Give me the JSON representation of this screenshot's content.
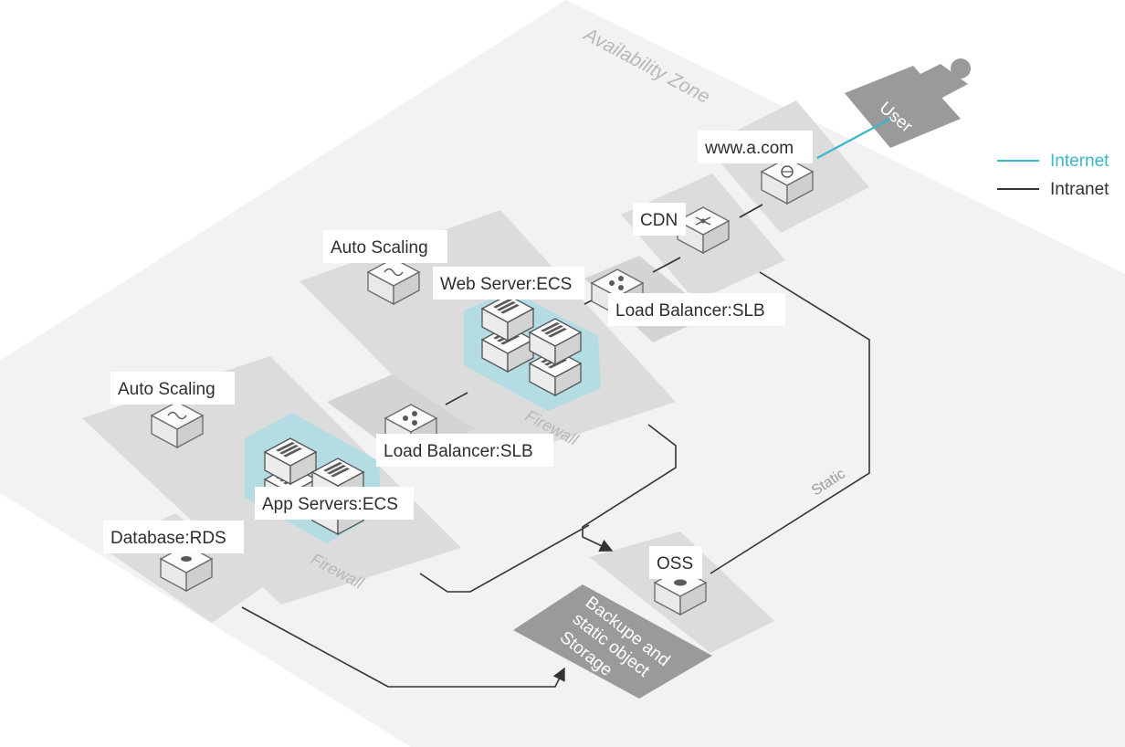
{
  "zone": {
    "title": "Availability Zone"
  },
  "user": {
    "label": "User"
  },
  "legend": {
    "internet": {
      "label": "Internet",
      "color": "#3ab7c8"
    },
    "intranet": {
      "label": "Intranet",
      "color": "#333333"
    }
  },
  "nodes": {
    "domain": {
      "label": "www.a.com",
      "icon": "globe-icon"
    },
    "cdn": {
      "label": "CDN",
      "icon": "network-icon"
    },
    "web_autoscaling": {
      "label": "Auto Scaling",
      "icon": "autoscaling-icon"
    },
    "web_server": {
      "label": "Web Server:ECS",
      "icon": "server-icon"
    },
    "web_slb": {
      "label": "Load Balancer:SLB",
      "icon": "balancer-icon"
    },
    "web_firewall": {
      "label": "Firewall"
    },
    "app_autoscaling": {
      "label": "Auto Scaling",
      "icon": "autoscaling-icon"
    },
    "app_slb": {
      "label": "Load Balancer:SLB",
      "icon": "balancer-icon"
    },
    "app_servers": {
      "label": "App Servers:ECS",
      "icon": "server-icon"
    },
    "app_firewall": {
      "label": "Firewall"
    },
    "database": {
      "label": "Database:RDS",
      "icon": "database-icon"
    },
    "oss": {
      "label": "OSS",
      "icon": "cloud-storage-icon"
    },
    "storage": {
      "line1": "Backupe and",
      "line2": "static object",
      "line3": "Storage"
    }
  },
  "edges": {
    "static_label": "Static"
  },
  "colors": {
    "zone": "#f2f2f2",
    "platform": "#dcdcdc",
    "cluster": "#aedde3",
    "dark_box": "#9a9a9a"
  }
}
